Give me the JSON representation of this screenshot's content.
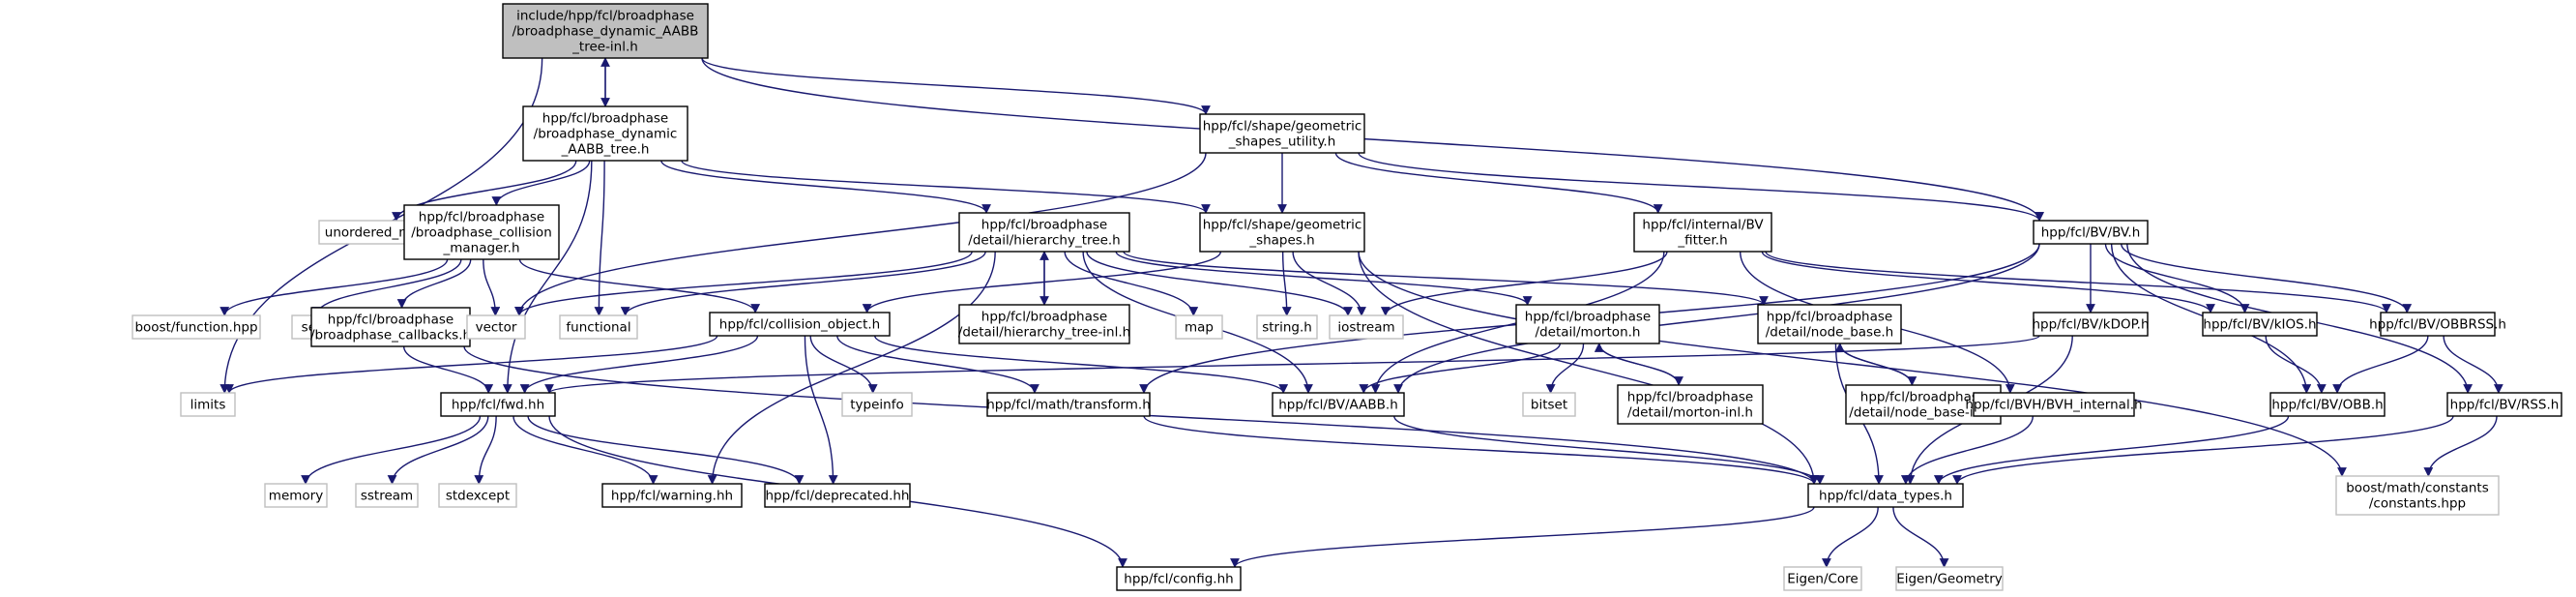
{
  "edge_color": "#191970",
  "nodes": [
    {
      "id": "root",
      "lines": [
        "include/hpp/fcl/broadphase",
        "/broadphase_dynamic_AABB",
        "_tree-inl.h"
      ],
      "style": "root"
    },
    {
      "id": "dyn_tree",
      "lines": [
        "hpp/fcl/broadphase",
        "/broadphase_dynamic",
        "_AABB_tree.h"
      ],
      "style": "local"
    },
    {
      "id": "geom_util",
      "lines": [
        "hpp/fcl/shape/geometric",
        "_shapes_utility.h"
      ],
      "style": "local"
    },
    {
      "id": "unordered_map",
      "lines": [
        "unordered_map"
      ],
      "style": "ext"
    },
    {
      "id": "coll_mgr",
      "lines": [
        "hpp/fcl/broadphase",
        "/broadphase_collision",
        "_manager.h"
      ],
      "style": "local"
    },
    {
      "id": "hier_tree",
      "lines": [
        "hpp/fcl/broadphase",
        "/detail/hierarchy_tree.h"
      ],
      "style": "local"
    },
    {
      "id": "geom_shapes",
      "lines": [
        "hpp/fcl/shape/geometric",
        "_shapes.h"
      ],
      "style": "local"
    },
    {
      "id": "bv_fitter",
      "lines": [
        "hpp/fcl/internal/BV",
        "_fitter.h"
      ],
      "style": "local"
    },
    {
      "id": "bv",
      "lines": [
        "hpp/fcl/BV/BV.h"
      ],
      "style": "local"
    },
    {
      "id": "boost_function",
      "lines": [
        "boost/function.hpp"
      ],
      "style": "ext"
    },
    {
      "id": "set",
      "lines": [
        "set"
      ],
      "style": "ext"
    },
    {
      "id": "callbacks",
      "lines": [
        "hpp/fcl/broadphase",
        "/broadphase_callbacks.h"
      ],
      "style": "local"
    },
    {
      "id": "vector",
      "lines": [
        "vector"
      ],
      "style": "ext"
    },
    {
      "id": "functional",
      "lines": [
        "functional"
      ],
      "style": "ext"
    },
    {
      "id": "coll_obj",
      "lines": [
        "hpp/fcl/collision_object.h"
      ],
      "style": "local"
    },
    {
      "id": "hier_tree_inl",
      "lines": [
        "hpp/fcl/broadphase",
        "/detail/hierarchy_tree-inl.h"
      ],
      "style": "local"
    },
    {
      "id": "map",
      "lines": [
        "map"
      ],
      "style": "ext"
    },
    {
      "id": "string_h",
      "lines": [
        "string.h"
      ],
      "style": "ext"
    },
    {
      "id": "iostream",
      "lines": [
        "iostream"
      ],
      "style": "ext"
    },
    {
      "id": "morton",
      "lines": [
        "hpp/fcl/broadphase",
        "/detail/morton.h"
      ],
      "style": "local"
    },
    {
      "id": "node_base",
      "lines": [
        "hpp/fcl/broadphase",
        "/detail/node_base.h"
      ],
      "style": "local"
    },
    {
      "id": "kdop",
      "lines": [
        "hpp/fcl/BV/kDOP.h"
      ],
      "style": "local"
    },
    {
      "id": "kios",
      "lines": [
        "hpp/fcl/BV/kIOS.h"
      ],
      "style": "local"
    },
    {
      "id": "obbrss",
      "lines": [
        "hpp/fcl/BV/OBBRSS.h"
      ],
      "style": "local"
    },
    {
      "id": "limits",
      "lines": [
        "limits"
      ],
      "style": "ext"
    },
    {
      "id": "fwd",
      "lines": [
        "hpp/fcl/fwd.hh"
      ],
      "style": "local"
    },
    {
      "id": "typeinfo",
      "lines": [
        "typeinfo"
      ],
      "style": "ext"
    },
    {
      "id": "transform",
      "lines": [
        "hpp/fcl/math/transform.h"
      ],
      "style": "local"
    },
    {
      "id": "aabb",
      "lines": [
        "hpp/fcl/BV/AABB.h"
      ],
      "style": "local"
    },
    {
      "id": "bitset",
      "lines": [
        "bitset"
      ],
      "style": "ext"
    },
    {
      "id": "morton_inl",
      "lines": [
        "hpp/fcl/broadphase",
        "/detail/morton-inl.h"
      ],
      "style": "local"
    },
    {
      "id": "node_base_inl",
      "lines": [
        "hpp/fcl/broadphase",
        "/detail/node_base-inl.h"
      ],
      "style": "local"
    },
    {
      "id": "bvh_internal",
      "lines": [
        "hpp/fcl/BVH/BVH_internal.h"
      ],
      "style": "local"
    },
    {
      "id": "obb",
      "lines": [
        "hpp/fcl/BV/OBB.h"
      ],
      "style": "local"
    },
    {
      "id": "rss",
      "lines": [
        "hpp/fcl/BV/RSS.h"
      ],
      "style": "local"
    },
    {
      "id": "memory",
      "lines": [
        "memory"
      ],
      "style": "ext"
    },
    {
      "id": "sstream",
      "lines": [
        "sstream"
      ],
      "style": "ext"
    },
    {
      "id": "stdexcept",
      "lines": [
        "stdexcept"
      ],
      "style": "ext"
    },
    {
      "id": "warning",
      "lines": [
        "hpp/fcl/warning.hh"
      ],
      "style": "local"
    },
    {
      "id": "deprecated",
      "lines": [
        "hpp/fcl/deprecated.hh"
      ],
      "style": "local"
    },
    {
      "id": "data_types",
      "lines": [
        "hpp/fcl/data_types.h"
      ],
      "style": "local"
    },
    {
      "id": "boost_constants",
      "lines": [
        "boost/math/constants",
        "/constants.hpp"
      ],
      "style": "ext"
    },
    {
      "id": "config",
      "lines": [
        "hpp/fcl/config.hh"
      ],
      "style": "local"
    },
    {
      "id": "eigen_core",
      "lines": [
        "Eigen/Core"
      ],
      "style": "ext"
    },
    {
      "id": "eigen_geometry",
      "lines": [
        "Eigen/Geometry"
      ],
      "style": "ext"
    }
  ],
  "edges": [
    [
      "root",
      "dyn_tree"
    ],
    [
      "dyn_tree",
      "root"
    ],
    [
      "root",
      "geom_util"
    ],
    [
      "root",
      "bv"
    ],
    [
      "root",
      "limits"
    ],
    [
      "dyn_tree",
      "unordered_map"
    ],
    [
      "dyn_tree",
      "coll_mgr"
    ],
    [
      "dyn_tree",
      "hier_tree"
    ],
    [
      "dyn_tree",
      "geom_shapes"
    ],
    [
      "dyn_tree",
      "functional"
    ],
    [
      "dyn_tree",
      "fwd"
    ],
    [
      "geom_util",
      "geom_shapes"
    ],
    [
      "geom_util",
      "bv_fitter"
    ],
    [
      "geom_util",
      "bv"
    ],
    [
      "geom_util",
      "vector"
    ],
    [
      "coll_mgr",
      "boost_function"
    ],
    [
      "coll_mgr",
      "set"
    ],
    [
      "coll_mgr",
      "vector"
    ],
    [
      "coll_mgr",
      "callbacks"
    ],
    [
      "coll_mgr",
      "coll_obj"
    ],
    [
      "hier_tree",
      "vector"
    ],
    [
      "hier_tree",
      "functional"
    ],
    [
      "hier_tree",
      "hier_tree_inl"
    ],
    [
      "hier_tree_inl",
      "hier_tree"
    ],
    [
      "hier_tree",
      "map"
    ],
    [
      "hier_tree",
      "iostream"
    ],
    [
      "hier_tree",
      "morton"
    ],
    [
      "hier_tree",
      "node_base"
    ],
    [
      "hier_tree",
      "aabb"
    ],
    [
      "hier_tree",
      "warning"
    ],
    [
      "geom_shapes",
      "coll_obj"
    ],
    [
      "geom_shapes",
      "string_h"
    ],
    [
      "geom_shapes",
      "iostream"
    ],
    [
      "geom_shapes",
      "data_types"
    ],
    [
      "geom_shapes",
      "boost_constants"
    ],
    [
      "bv_fitter",
      "iostream"
    ],
    [
      "bv_fitter",
      "aabb"
    ],
    [
      "bv_fitter",
      "kios"
    ],
    [
      "bv_fitter",
      "obbrss"
    ],
    [
      "bv_fitter",
      "bvh_internal"
    ],
    [
      "bv",
      "kdop"
    ],
    [
      "bv",
      "kios"
    ],
    [
      "bv",
      "obbrss"
    ],
    [
      "bv",
      "rss"
    ],
    [
      "bv",
      "obb"
    ],
    [
      "bv",
      "aabb"
    ],
    [
      "bv",
      "transform"
    ],
    [
      "callbacks",
      "fwd"
    ],
    [
      "callbacks",
      "data_types"
    ],
    [
      "coll_obj",
      "limits"
    ],
    [
      "coll_obj",
      "fwd"
    ],
    [
      "coll_obj",
      "typeinfo"
    ],
    [
      "coll_obj",
      "deprecated"
    ],
    [
      "coll_obj",
      "transform"
    ],
    [
      "coll_obj",
      "aabb"
    ],
    [
      "morton",
      "bitset"
    ],
    [
      "morton",
      "aabb"
    ],
    [
      "morton",
      "morton_inl"
    ],
    [
      "morton_inl",
      "morton"
    ],
    [
      "node_base",
      "node_base_inl"
    ],
    [
      "node_base_inl",
      "node_base"
    ],
    [
      "node_base",
      "data_types"
    ],
    [
      "kdop",
      "fwd"
    ],
    [
      "kdop",
      "data_types"
    ],
    [
      "kios",
      "obb"
    ],
    [
      "obbrss",
      "obb"
    ],
    [
      "obbrss",
      "rss"
    ],
    [
      "fwd",
      "memory"
    ],
    [
      "fwd",
      "sstream"
    ],
    [
      "fwd",
      "stdexcept"
    ],
    [
      "fwd",
      "warning"
    ],
    [
      "fwd",
      "deprecated"
    ],
    [
      "fwd",
      "config"
    ],
    [
      "transform",
      "data_types"
    ],
    [
      "aabb",
      "data_types"
    ],
    [
      "bvh_internal",
      "data_types"
    ],
    [
      "obb",
      "data_types"
    ],
    [
      "rss",
      "data_types"
    ],
    [
      "rss",
      "boost_constants"
    ],
    [
      "data_types",
      "config"
    ],
    [
      "data_types",
      "eigen_core"
    ],
    [
      "data_types",
      "eigen_geometry"
    ]
  ]
}
